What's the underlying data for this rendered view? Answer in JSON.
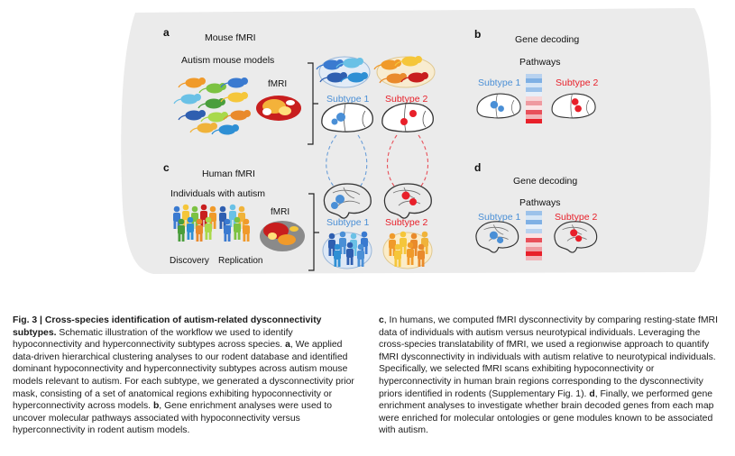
{
  "figure": {
    "panel_a": {
      "letter": "a",
      "title": "Mouse fMRI",
      "group": "Autism mouse models",
      "fmri_label": "fMRI"
    },
    "panel_b": {
      "letter": "b",
      "title": "Gene decoding",
      "pathways": "Pathways",
      "subtype1": "Subtype 1",
      "subtype2": "Subtype 2"
    },
    "panel_c": {
      "letter": "c",
      "title": "Human fMRI",
      "group": "Individuals with autism",
      "fmri_label": "fMRI",
      "discovery": "Discovery",
      "replication": "Replication"
    },
    "panel_d": {
      "letter": "d",
      "title": "Gene decoding",
      "pathways": "Pathways",
      "subtype1": "Subtype 1",
      "subtype2": "Subtype 2"
    },
    "mid_mouse": {
      "subtype1": "Subtype 1",
      "subtype2": "Subtype 2"
    },
    "mid_human": {
      "subtype1": "Subtype 1",
      "subtype2": "Subtype 2"
    },
    "colors": {
      "blue": "#4a8fd6",
      "red": "#e8202a",
      "panel_bg": "#ebebeb"
    }
  },
  "caption": {
    "fig_label": "Fig. 3 | ",
    "fig_title": "Cross-species identification of autism-related dysconnectivity subtypes.",
    "left_a1": " Schematic illustration of the workflow we used to identify hypoconnectivity and hyperconnectivity subtypes across species. ",
    "a": "a",
    "left_a2": ", We applied data-driven hierarchical clustering analyses to our rodent database and identified dominant hypoconnectivity and hyperconnectivity subtypes across autism mouse models relevant to autism. For each subtype, we generated a dysconnectivity prior mask, consisting of a set of anatomical regions exhibiting hypoconnectivity or hyperconnectivity across models. ",
    "b": "b",
    "left_b": ", Gene enrichment analyses were used to uncover molecular pathways associated with hypoconnectivity versus hyperconnectivity in rodent autism models.",
    "c": "c",
    "right_c": ", In humans, we computed fMRI dysconnectivity by comparing resting-state fMRI data of individuals with autism versus neurotypical individuals. Leveraging the cross-species translatability of fMRI, we used a regionwise approach to quantify fMRI dysconnectivity in individuals with autism relative to neurotypical individuals. Specifically, we selected fMRI scans exhibiting hypoconnectivity or hyperconnectivity in human brain regions corresponding to the dysconnectivity priors identified in rodents (Supplementary Fig. 1). ",
    "d": "d",
    "right_d": ", Finally, we performed gene enrichment analyses to investigate whether brain decoded genes from each map were enriched for molecular ontologies or gene modules known to be associated with autism."
  }
}
